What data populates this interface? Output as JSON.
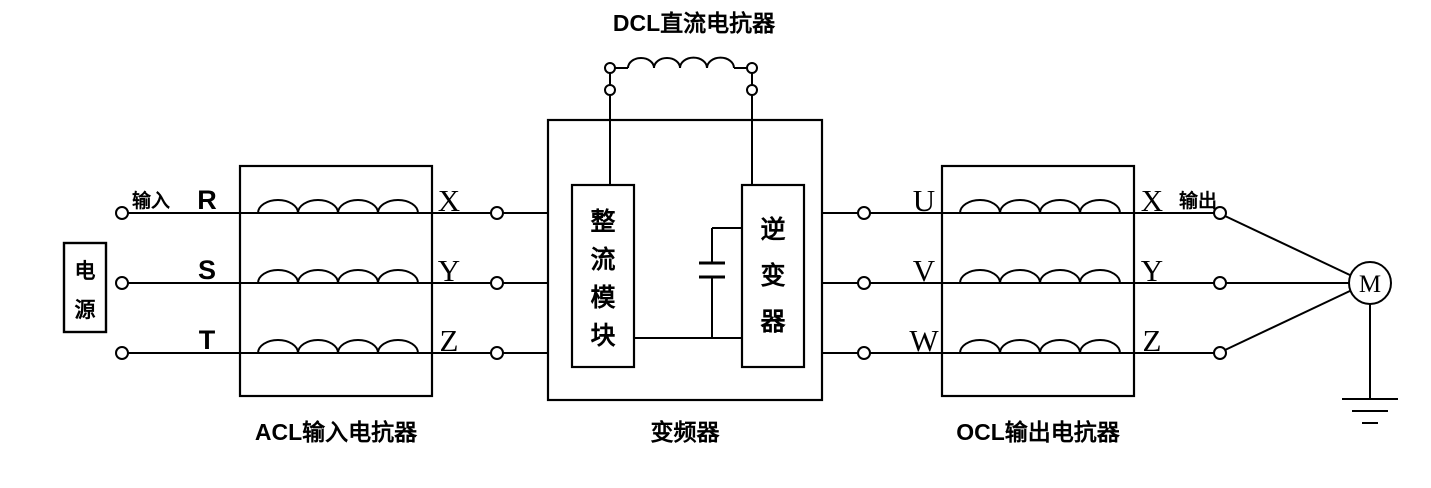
{
  "diagram": {
    "dcl_title": "DCL直流电抗器",
    "power_source": {
      "chars": [
        "电",
        "源"
      ]
    },
    "input_label": "输入",
    "input_phases": [
      "R",
      "S",
      "T"
    ],
    "acl_terminals": [
      "X",
      "Y",
      "Z"
    ],
    "rectifier_chars": [
      "整",
      "流",
      "模",
      "块"
    ],
    "inverter_chars": [
      "逆",
      "变",
      "器"
    ],
    "output_phases": [
      "U",
      "V",
      "W"
    ],
    "ocl_terminals": [
      "X",
      "Y",
      "Z"
    ],
    "output_label": "输出",
    "motor_label": "M",
    "captions": {
      "acl": "ACL输入电抗器",
      "vfd": "变频器",
      "ocl": "OCL输出电抗器"
    },
    "colors": {
      "line": "#000000",
      "background": "#ffffff"
    }
  }
}
